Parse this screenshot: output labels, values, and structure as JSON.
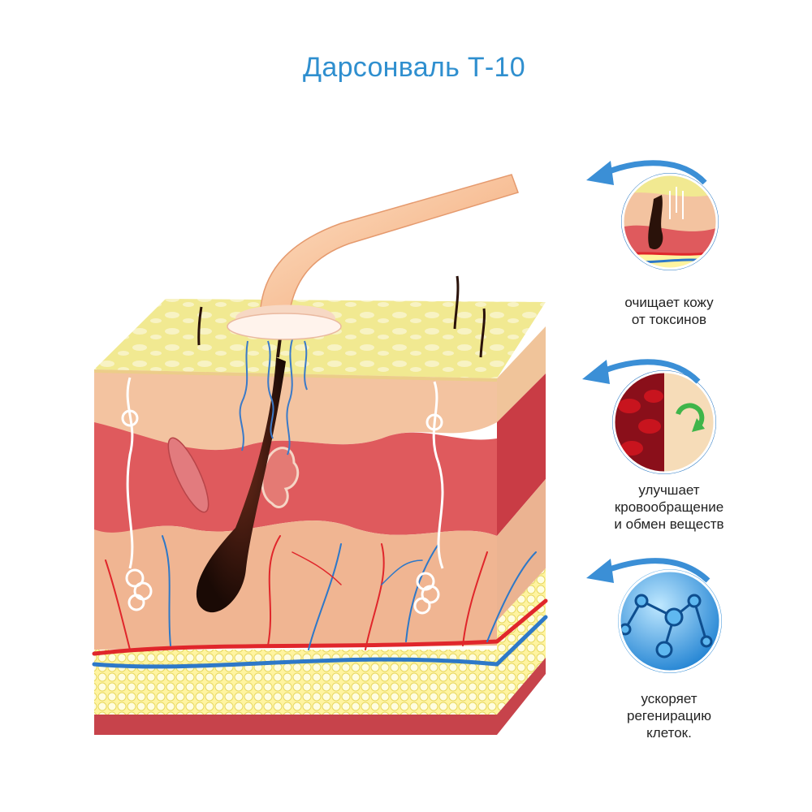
{
  "title": "Дарсонваль Т-10",
  "benefits": [
    {
      "lines": [
        "очищает кожу",
        "от токсинов"
      ],
      "icon": "skin-detox-icon"
    },
    {
      "lines": [
        "улучшает",
        "кровообращение",
        "и обмен веществ"
      ],
      "icon": "blood-circulation-icon"
    },
    {
      "lines": [
        "ускоряет",
        "регенирацию",
        "клеток."
      ],
      "icon": "cell-molecule-icon"
    }
  ],
  "colors": {
    "title": "#2f8fcf",
    "arrow": "#3b8fd6",
    "epidermis": "#f3ec9a",
    "dermis": "#e25a5e",
    "fat": "#fff6a8",
    "artery": "#e0262b",
    "vein": "#2d78c8"
  }
}
